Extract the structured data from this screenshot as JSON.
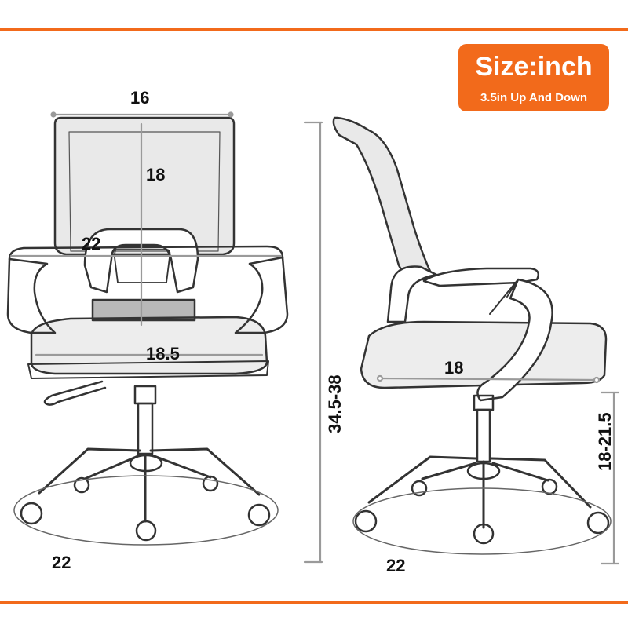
{
  "badge": {
    "title": "Size:inch",
    "subtitle": "3.5in Up And Down",
    "color": "#f26a1b"
  },
  "front_view": {
    "width_top": "16",
    "back_height": "18",
    "arm_width": "22",
    "seat_width": "18.5",
    "base_diameter": "22"
  },
  "side_view": {
    "total_height": "34.5-38",
    "seat_depth": "18",
    "seat_height": "18-21.5",
    "base_diameter": "22"
  }
}
